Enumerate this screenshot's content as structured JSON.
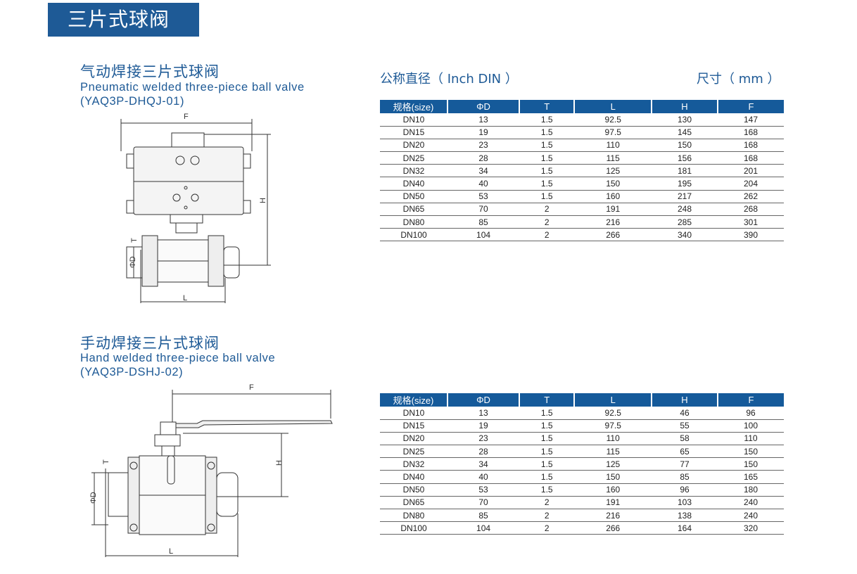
{
  "banner": {
    "title": "三片式球阀"
  },
  "units": {
    "size_label": "公称直径（ Inch DIN ）",
    "dim_label": "尺寸（ mm ）"
  },
  "sections": [
    {
      "title_cn": "气动焊接三片式球阀",
      "title_en": "Pneumatic welded three-piece ball valve",
      "model": "(YAQ3P-DHQJ-01)",
      "drawing_labels": {
        "F": "F",
        "H": "H",
        "T": "T",
        "D": "ΦD",
        "L": "L"
      },
      "table": {
        "headers": [
          "规格(size)",
          "ΦD",
          "T",
          "L",
          "H",
          "F"
        ],
        "rows": [
          [
            "DN10",
            "13",
            "1.5",
            "92.5",
            "130",
            "147"
          ],
          [
            "DN15",
            "19",
            "1.5",
            "97.5",
            "145",
            "168"
          ],
          [
            "DN20",
            "23",
            "1.5",
            "110",
            "150",
            "168"
          ],
          [
            "DN25",
            "28",
            "1.5",
            "115",
            "156",
            "168"
          ],
          [
            "DN32",
            "34",
            "1.5",
            "125",
            "181",
            "201"
          ],
          [
            "DN40",
            "40",
            "1.5",
            "150",
            "195",
            "204"
          ],
          [
            "DN50",
            "53",
            "1.5",
            "160",
            "217",
            "262"
          ],
          [
            "DN65",
            "70",
            "2",
            "191",
            "248",
            "268"
          ],
          [
            "DN80",
            "85",
            "2",
            "216",
            "285",
            "301"
          ],
          [
            "DN100",
            "104",
            "2",
            "266",
            "340",
            "390"
          ]
        ]
      }
    },
    {
      "title_cn": "手动焊接三片式球阀",
      "title_en": "Hand welded three-piece ball valve",
      "model": "(YAQ3P-DSHJ-02)",
      "drawing_labels": {
        "F": "F",
        "H": "H",
        "T": "T",
        "D": "ΦD",
        "L": "L"
      },
      "table": {
        "headers": [
          "规格(size)",
          "ΦD",
          "T",
          "L",
          "H",
          "F"
        ],
        "rows": [
          [
            "DN10",
            "13",
            "1.5",
            "92.5",
            "46",
            "96"
          ],
          [
            "DN15",
            "19",
            "1.5",
            "97.5",
            "55",
            "100"
          ],
          [
            "DN20",
            "23",
            "1.5",
            "110",
            "58",
            "110"
          ],
          [
            "DN25",
            "28",
            "1.5",
            "115",
            "65",
            "150"
          ],
          [
            "DN32",
            "34",
            "1.5",
            "125",
            "77",
            "150"
          ],
          [
            "DN40",
            "40",
            "1.5",
            "150",
            "85",
            "165"
          ],
          [
            "DN50",
            "53",
            "1.5",
            "160",
            "96",
            "180"
          ],
          [
            "DN65",
            "70",
            "2",
            "191",
            "103",
            "240"
          ],
          [
            "DN80",
            "85",
            "2",
            "216",
            "138",
            "240"
          ],
          [
            "DN100",
            "104",
            "2",
            "266",
            "164",
            "320"
          ]
        ]
      }
    }
  ]
}
